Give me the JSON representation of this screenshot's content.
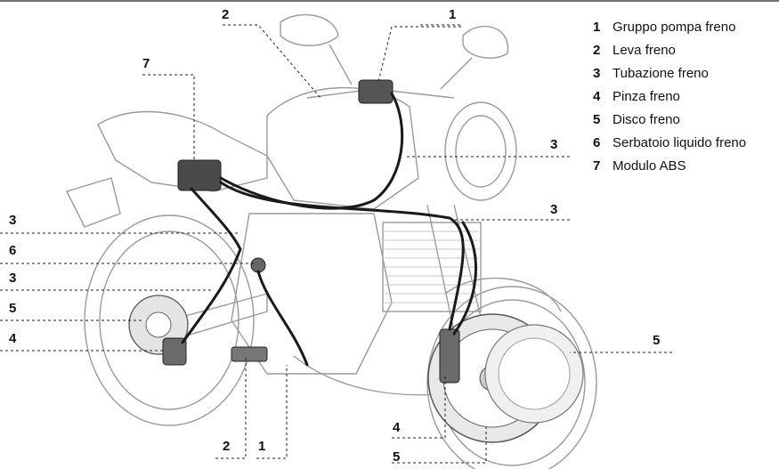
{
  "legend": [
    {
      "num": "1",
      "text": "Gruppo pompa freno"
    },
    {
      "num": "2",
      "text": "Leva freno"
    },
    {
      "num": "3",
      "text": "Tubazione freno"
    },
    {
      "num": "4",
      "text": "Pinza freno"
    },
    {
      "num": "5",
      "text": "Disco freno"
    },
    {
      "num": "6",
      "text": "Serbatoio liquido freno"
    },
    {
      "num": "7",
      "text": "Modulo ABS"
    }
  ],
  "callouts": {
    "pump_top": "1",
    "lever_top": "2",
    "abs_module": "7",
    "hose_right_upper": "3",
    "hose_right_lower": "3",
    "hose_left_upper": "3",
    "reservoir_left": "6",
    "hose_left_lower": "3",
    "disc_rear": "5",
    "caliper_rear": "4",
    "disc_front_right": "5",
    "caliper_front": "4",
    "disc_front_bottom": "5",
    "lever_bottom": "2",
    "pump_bottom": "1"
  },
  "colors": {
    "line_art": "#9a9a9a",
    "brake_hose": "#1a1a1a",
    "text": "#111111"
  }
}
